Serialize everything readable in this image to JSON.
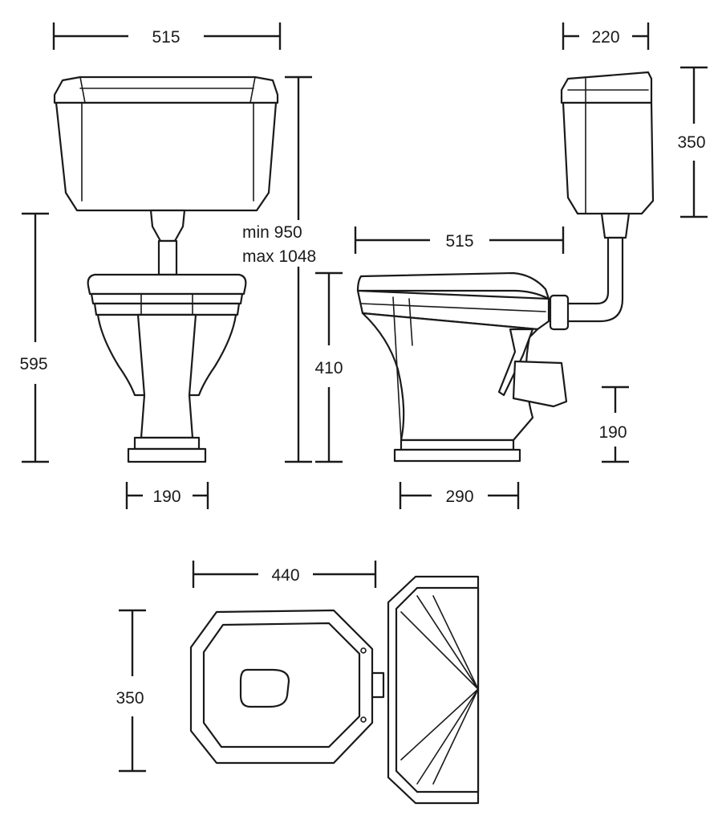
{
  "dimensions": {
    "front_width_top": "515",
    "side_cistern_depth": "220",
    "cistern_height": "350",
    "side_length": "515",
    "pan_height": "595",
    "min_height": "min 950",
    "max_height": "max 1048",
    "side_pan_height": "410",
    "outlet_height": "190",
    "front_base_width": "190",
    "side_base_width": "290",
    "plan_length": "440",
    "plan_width": "350"
  }
}
